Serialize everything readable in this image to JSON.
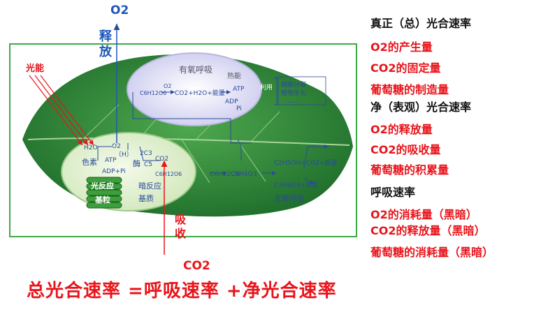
{
  "diagram": {
    "top_o2": "O2",
    "release_1": "释",
    "release_2": "放",
    "light_energy": "光能",
    "aerobic_respiration": "有氧呼吸",
    "glucose_c6h12o6": "C6H12O6",
    "o2": "O2",
    "co2_h2o_energy": "CO2+H2O+能量",
    "heat_energy": "热能",
    "atp": "ATP",
    "adp": "ADP",
    "pi": "Pi",
    "use": "利用",
    "cell_division_1": "细胞分裂",
    "cell_division_2": "植物生长",
    "dots": "……",
    "h2o": "H2O",
    "h": "〔H〕",
    "c3": "2C3",
    "c5": "C5",
    "pigment": "色素",
    "enzyme": "酶",
    "adp_pi": "ADP+Pi",
    "light_reaction": "光反应",
    "grana": "基粒",
    "dark_reaction": "暗反应",
    "stroma": "基质",
    "co2": "CO2",
    "glucose2": "C6H12O6",
    "glucose3": "C6H12O6",
    "pyruvate": "C3H4O3",
    "ethanol": "C2H5OH+CO2+能量",
    "lactic": "C3H6O3+能量",
    "anaerobic": "无氧呼吸",
    "absorb_1": "吸",
    "absorb_2": "收",
    "bottom_co2": "CO2"
  },
  "right_panel": [
    {
      "text": "真正（总）光合速率",
      "color": "black"
    },
    {
      "text": "O2的产生量",
      "color": "red"
    },
    {
      "text": "CO2的固定量",
      "color": "red"
    },
    {
      "text": "葡萄糖的制造量",
      "color": "red"
    },
    {
      "text": "净（表观）光合速率",
      "color": "black"
    },
    {
      "text": "O2的释放量",
      "color": "red"
    },
    {
      "text": "CO2的吸收量",
      "color": "red"
    },
    {
      "text": "葡萄糖的积累量",
      "color": "red"
    },
    {
      "text": "呼吸速率",
      "color": "black"
    },
    {
      "text": "O2的消耗量（黑暗）",
      "color": "red"
    },
    {
      "text": "CO2的释放量（黑暗）",
      "color": "red"
    },
    {
      "text": "葡萄糖的消耗量（黑暗）",
      "color": "red"
    }
  ],
  "formula": "总光合速率  =呼吸速率  +净光合速率",
  "colors": {
    "red": "#e8141b",
    "blue": "#1f56b8",
    "leaf": "#2f8a3a",
    "frame": "#3daa4a"
  }
}
